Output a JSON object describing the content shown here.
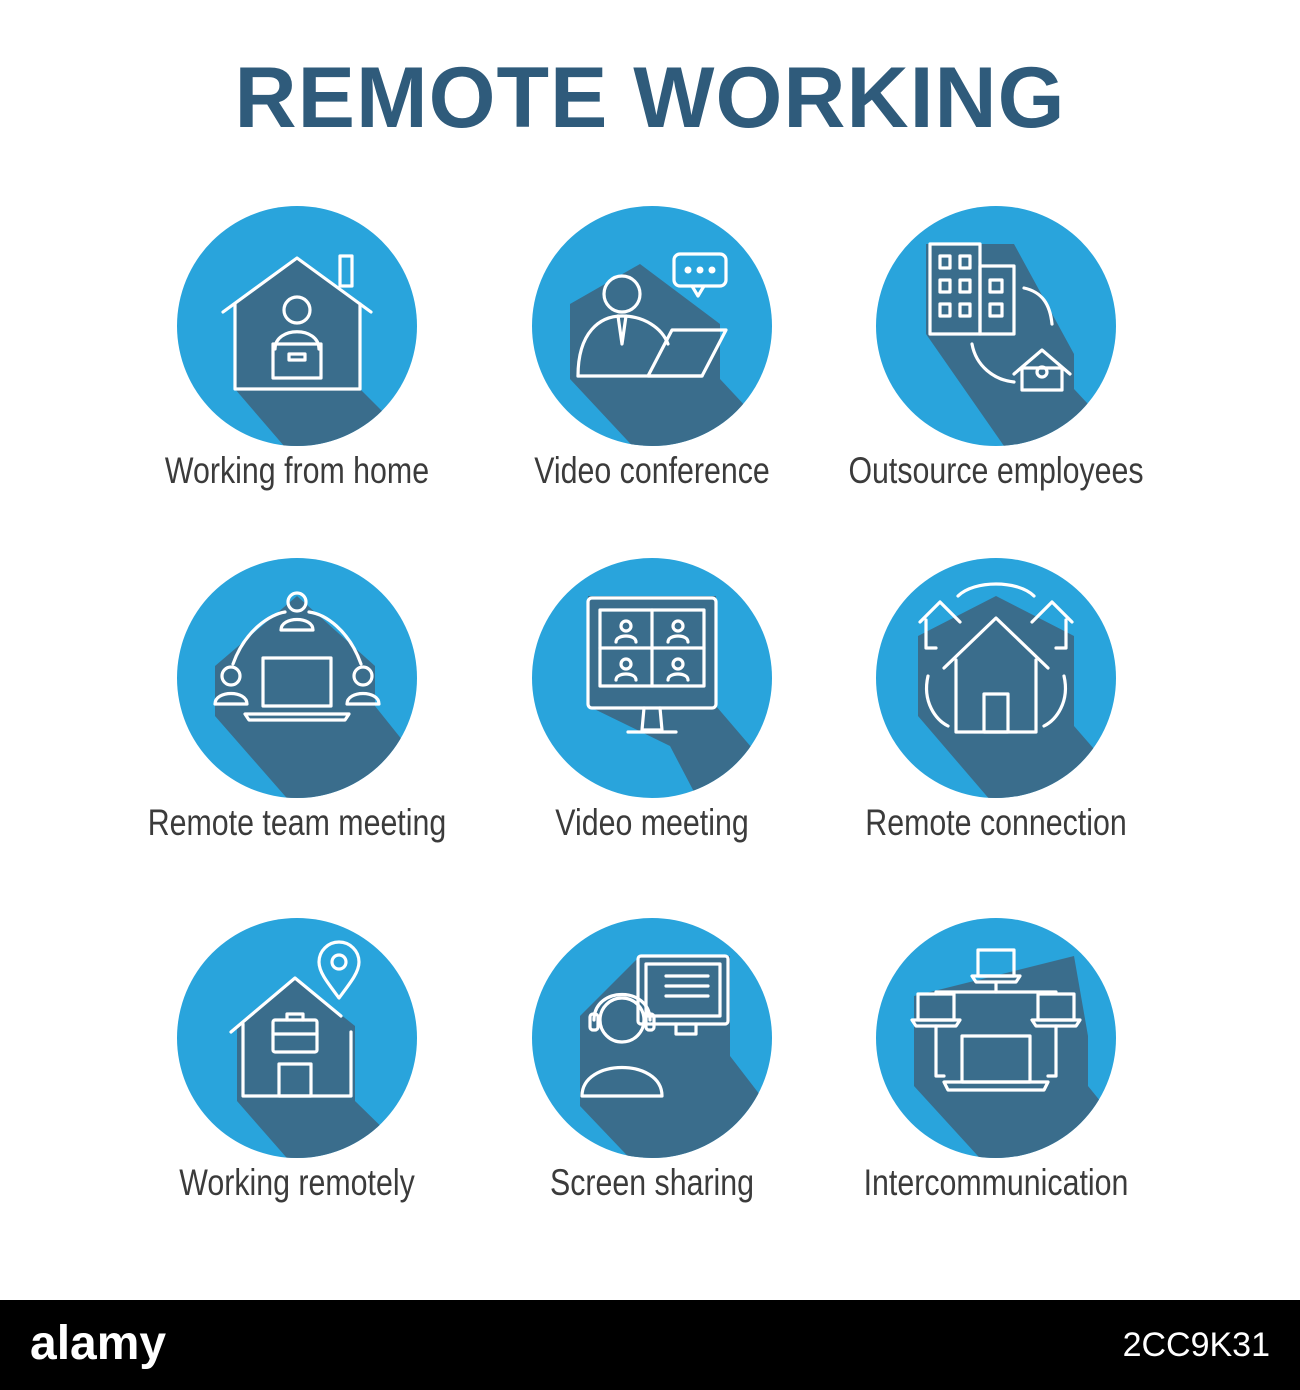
{
  "title": "REMOTE WORKING",
  "colors": {
    "circle": "#29a4dc",
    "shadow": "#3a6d8c",
    "title": "#2f5b7b",
    "text": "#3b3b3b"
  },
  "tiles": [
    {
      "label": "Working from home",
      "icon": "home-office-icon"
    },
    {
      "label": "Video conference",
      "icon": "video-conference-icon"
    },
    {
      "label": "Outsource employees",
      "icon": "outsource-icon"
    },
    {
      "label": "Remote team meeting",
      "icon": "team-meeting-icon"
    },
    {
      "label": "Video meeting",
      "icon": "video-meeting-icon"
    },
    {
      "label": "Remote connection",
      "icon": "remote-connection-icon"
    },
    {
      "label": "Working remotely",
      "icon": "working-remotely-icon"
    },
    {
      "label": "Screen sharing",
      "icon": "screen-sharing-icon"
    },
    {
      "label": "Intercommunication",
      "icon": "intercommunication-icon"
    }
  ],
  "footer": {
    "brand": "alamy",
    "code": "2CC9K31"
  }
}
